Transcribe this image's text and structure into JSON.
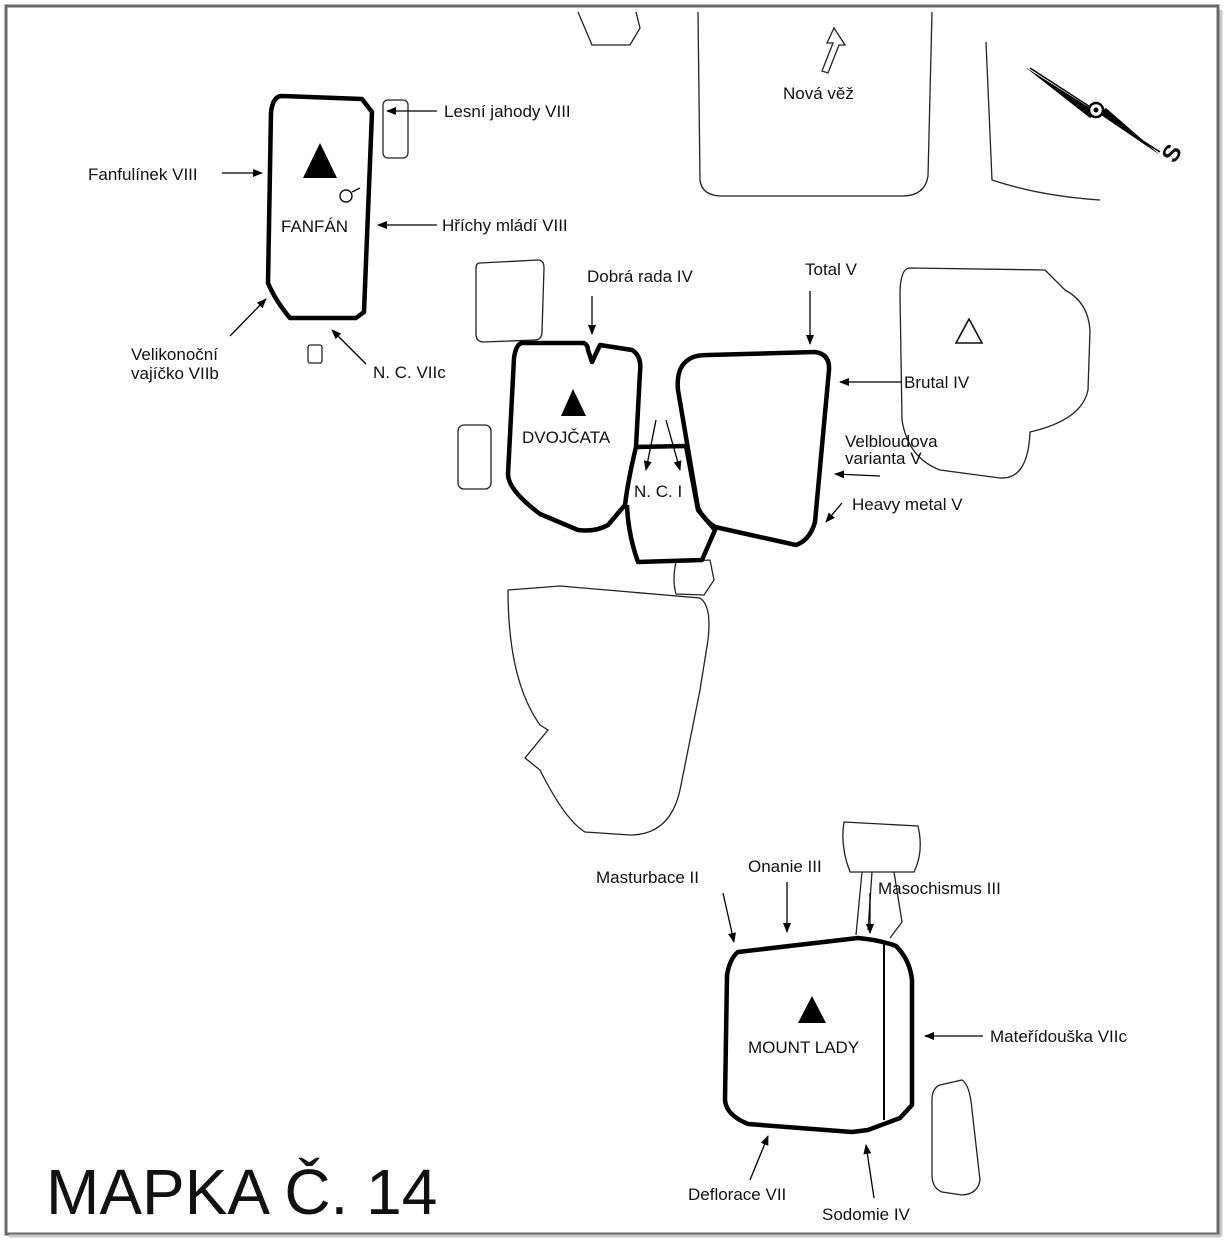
{
  "title": "MAPKA Č. 14",
  "compass": {
    "letter": "S",
    "icon": "compass-needle-icon"
  },
  "towers": {
    "fanfan": "FANFÁN",
    "dvojcata": "DVOJČATA",
    "nc1": "N. C. I",
    "mount_lady": "MOUNT LADY"
  },
  "routes": {
    "nova_vez": "Nová věž",
    "lesni_jahody": "Lesní jahody VIII",
    "fanfulinek": "Fanfulínek VIII",
    "hrichy_mladi": "Hříchy mládí VIII",
    "velikonocni_1": "Velikonoční",
    "velikonocni_2": "vajíčko VIIb",
    "nc_viic": "N. C. VIIc",
    "dobra_rada": "Dobrá rada IV",
    "total": "Total V",
    "brutal": "Brutal IV",
    "velbloudova_1": "Velbloudova",
    "velbloudova_2": "varianta V",
    "heavy_metal": "Heavy metal V",
    "masturbace": "Masturbace II",
    "onanie": "Onanie III",
    "masochismus": "Masochismus III",
    "materidouska": "Mateřídouška VIIc",
    "deflorace": "Deflorace VII",
    "sodomie": "Sodomie IV"
  },
  "markers": {
    "summit_filled": "summit-triangle-filled-icon",
    "summit_outline": "summit-triangle-outline-icon",
    "anchor": "belay-ring-icon"
  }
}
